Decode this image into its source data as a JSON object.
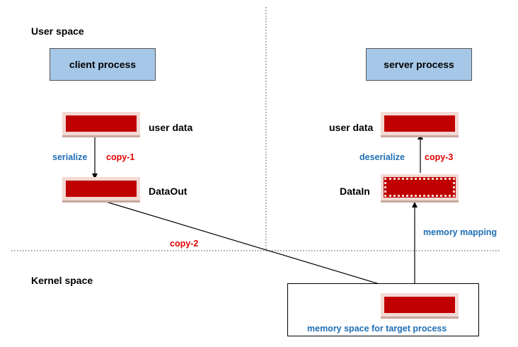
{
  "regions": {
    "user_space": "User space",
    "kernel_space": "Kernel space"
  },
  "client": {
    "process_label": "client process",
    "user_data": "user data",
    "data_out": "DataOut",
    "serialize": "serialize",
    "copy_1": "copy-1"
  },
  "server": {
    "process_label": "server process",
    "user_data": "user data",
    "data_in": "DataIn",
    "deserialize": "deserialize",
    "copy_3": "copy-3",
    "memory_mapping": "memory mapping"
  },
  "kernel": {
    "copy_2": "copy-2",
    "memory_space": "memory space for target process"
  },
  "colors": {
    "process_fill": "#a6c8e8",
    "data_fill": "#c00000",
    "blue_text": "#1f6fb5",
    "red_text": "#e00000"
  }
}
